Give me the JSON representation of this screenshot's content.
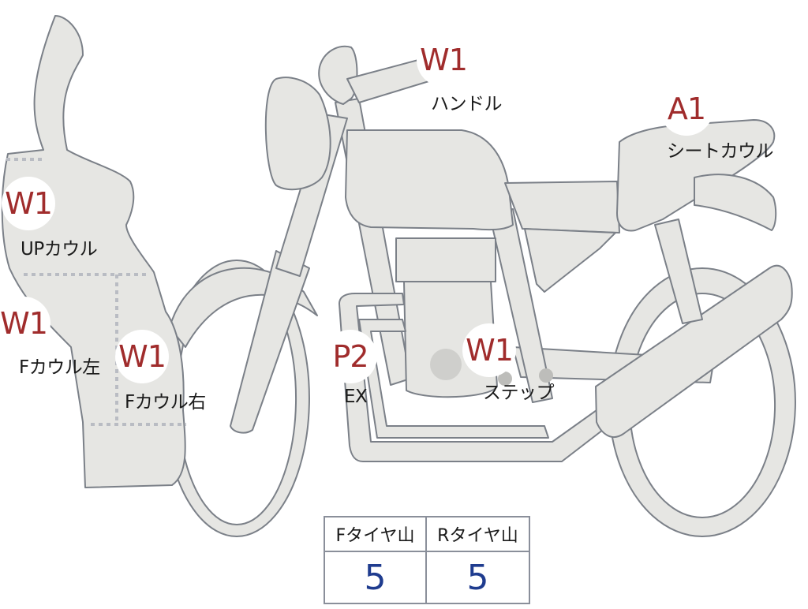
{
  "colors": {
    "body_fill": "#e6e6e3",
    "body_stroke": "#7b8088",
    "marker_text": "#a02c2c",
    "value_text": "#1f3c8f",
    "divider": "#b9bcc3"
  },
  "parts": [
    {
      "id": "handle",
      "grade": "W1",
      "label": "ハンドル"
    },
    {
      "id": "seat_cowl",
      "grade": "A1",
      "label": "シートカウル"
    },
    {
      "id": "up_cowl",
      "grade": "W1",
      "label": "UPカウル"
    },
    {
      "id": "f_cowl_left",
      "grade": "W1",
      "label": "Fカウル左"
    },
    {
      "id": "f_cowl_right",
      "grade": "W1",
      "label": "Fカウル右"
    },
    {
      "id": "ex",
      "grade": "P2",
      "label": "EX"
    },
    {
      "id": "step",
      "grade": "W1",
      "label": "ステップ"
    }
  ],
  "tire_tread": {
    "front_header": "Fタイヤ山",
    "rear_header": "Rタイヤ山",
    "front_value": "5",
    "rear_value": "5"
  }
}
